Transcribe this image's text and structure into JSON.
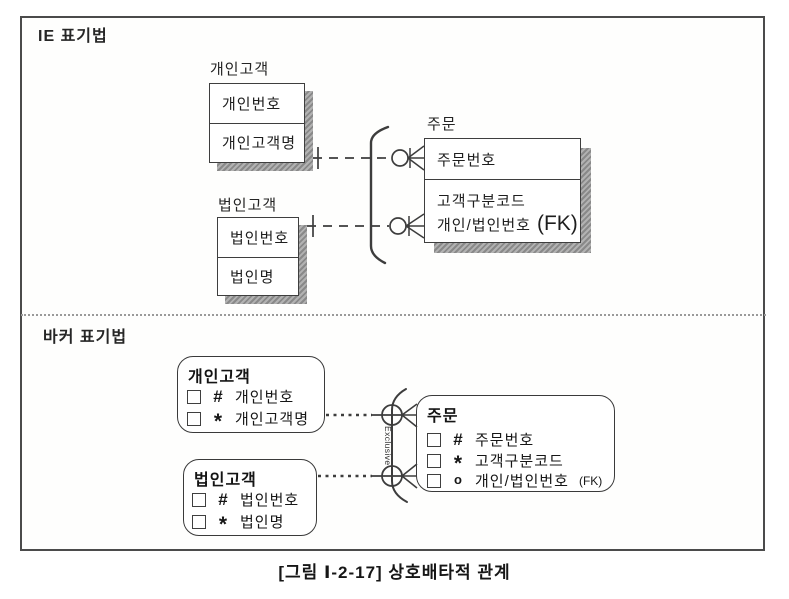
{
  "figure": {
    "caption": "[그림 Ⅰ-2-17] 상호배타적 관계"
  },
  "ie": {
    "section_label": "IE 표기법",
    "personal": {
      "title": "개인고객",
      "pk": "개인번호",
      "attr": "개인고객명"
    },
    "corporate": {
      "title": "법인고객",
      "pk": "법인번호",
      "attr": "법인명"
    },
    "order": {
      "title": "주문",
      "pk": "주문번호",
      "attr_code": "고객구분코드",
      "attr_fk": "개인/법인번호",
      "fk_suffix": "(FK)"
    }
  },
  "barker": {
    "section_label": "바커 표기법",
    "exclusive_label": "Exclusive",
    "personal": {
      "title": "개인고객",
      "rows": [
        {
          "marker": "#",
          "name": "개인번호"
        },
        {
          "marker": "*",
          "name": "개인고객명"
        }
      ]
    },
    "corporate": {
      "title": "법인고객",
      "rows": [
        {
          "marker": "#",
          "name": "법인번호"
        },
        {
          "marker": "*",
          "name": "법인명"
        }
      ]
    },
    "order": {
      "title": "주문",
      "rows": [
        {
          "marker": "#",
          "name": "주문번호"
        },
        {
          "marker": "*",
          "name": "고객구분코드"
        },
        {
          "marker": "o",
          "name": "개인/법인번호",
          "suffix": "(FK)"
        }
      ]
    }
  },
  "colors": {
    "line": "#3d3d3d",
    "border": "#4b4b4b",
    "shadow": "#8f8f8f",
    "paper": "#fefefd"
  }
}
